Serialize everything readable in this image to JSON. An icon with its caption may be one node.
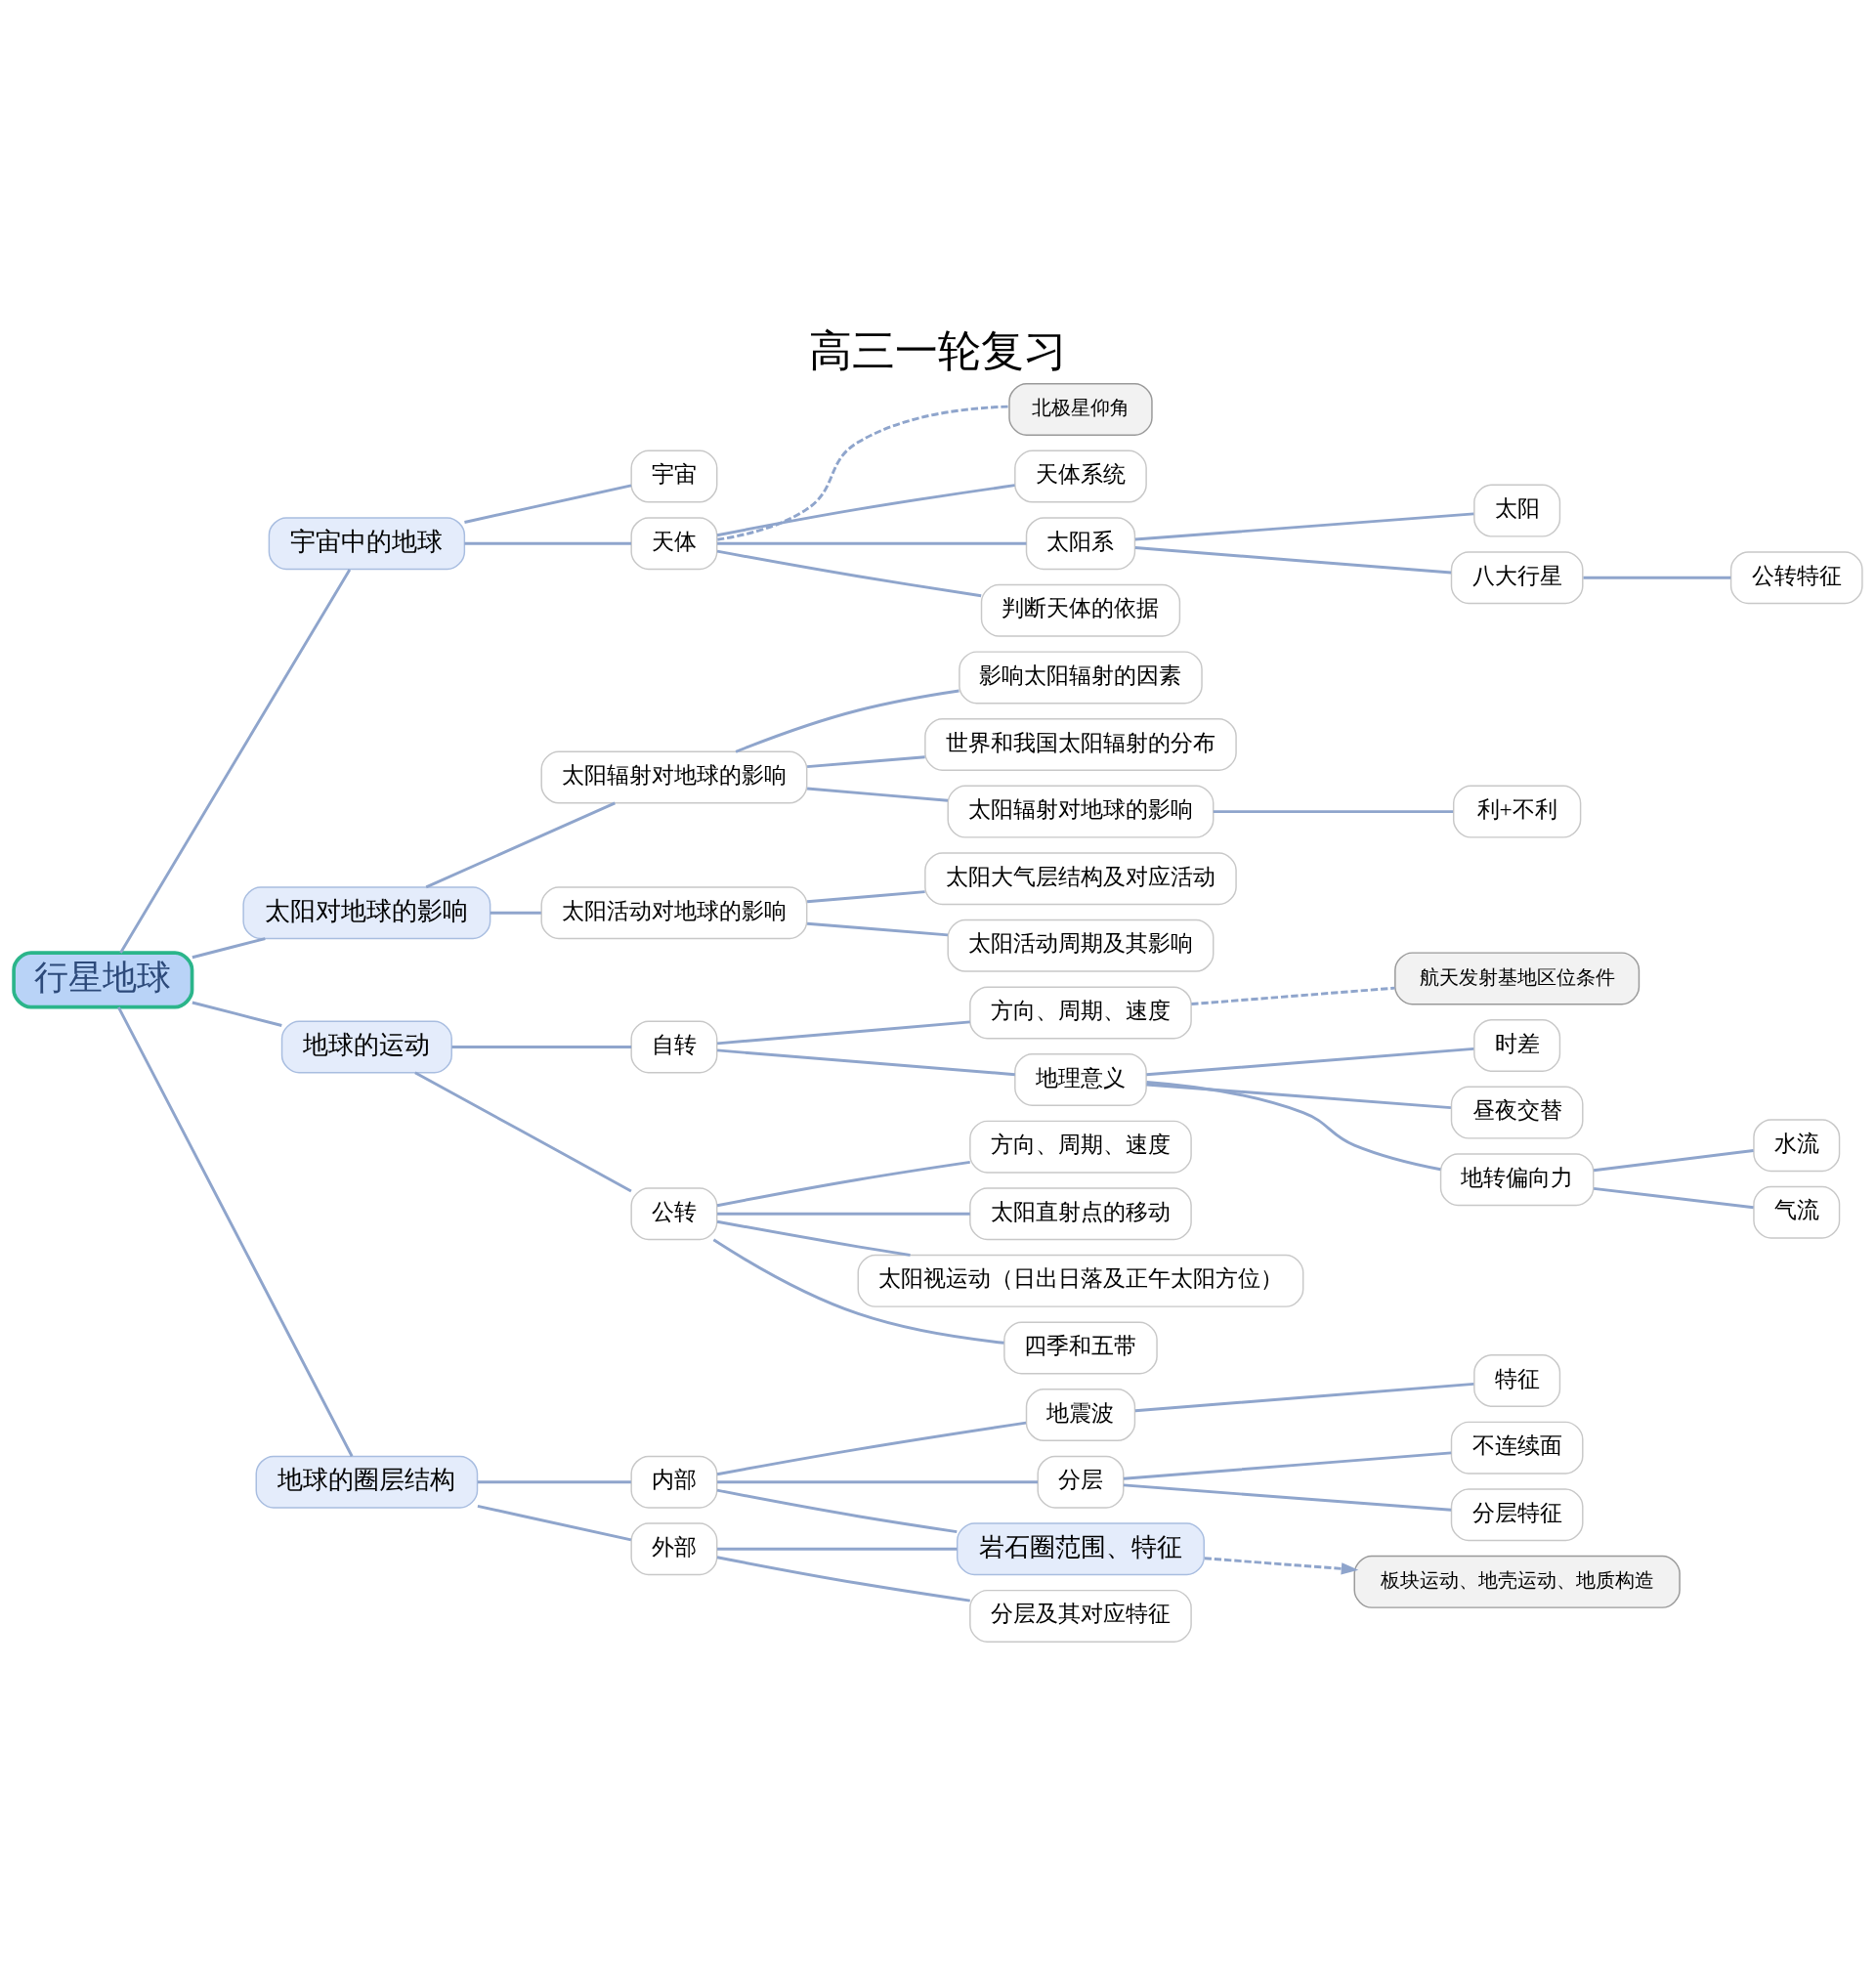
{
  "diagram": {
    "title": "高三一轮复习",
    "nodes": [
      {
        "text": [
          "行星地球"
        ]
      },
      {
        "text": [
          "宇宙中的地球"
        ]
      },
      {
        "text": [
          "宇宙"
        ]
      },
      {
        "text": [
          "天体"
        ]
      },
      {
        "text": [
          "北极星仰角"
        ]
      },
      {
        "text": [
          "天体系统"
        ]
      },
      {
        "text": [
          "太阳系"
        ]
      },
      {
        "text": [
          "太阳"
        ]
      },
      {
        "text": [
          "八大行星"
        ]
      },
      {
        "text": [
          "公转特征"
        ]
      },
      {
        "text": [
          "判断天体的依据"
        ]
      },
      {
        "text": [
          "太阳对地球的影响"
        ]
      },
      {
        "text": [
          "太阳辐射对地球的影响"
        ]
      },
      {
        "text": [
          "影响太阳辐射的因素"
        ]
      },
      {
        "text": [
          "世界和我国太阳辐射的分布"
        ]
      },
      {
        "text": [
          "太阳辐射对地球的影响"
        ]
      },
      {
        "text": [
          "利+不利"
        ]
      },
      {
        "text": [
          "太阳活动对地球的影响"
        ]
      },
      {
        "text": [
          "太阳大气层结构及对应活动"
        ]
      },
      {
        "text": [
          "太阳活动周期及其影响"
        ]
      },
      {
        "text": [
          "地球的运动"
        ]
      },
      {
        "text": [
          "自转"
        ]
      },
      {
        "text": [
          "方向、周期、速度"
        ]
      },
      {
        "text": [
          "航天发射基地区位条件"
        ]
      },
      {
        "text": [
          "地理意义"
        ]
      },
      {
        "text": [
          "时差"
        ]
      },
      {
        "text": [
          "昼夜交替"
        ]
      },
      {
        "text": [
          "地转偏向力"
        ]
      },
      {
        "text": [
          "水流"
        ]
      },
      {
        "text": [
          "气流"
        ]
      },
      {
        "text": [
          "公转"
        ]
      },
      {
        "text": [
          "方向、周期、速度"
        ]
      },
      {
        "text": [
          "太阳直射点的移动"
        ]
      },
      {
        "text": [
          "太阳视运动（日出日落及正午太阳方位）"
        ]
      },
      {
        "text": [
          "四季和五带"
        ]
      },
      {
        "text": [
          "地球的圈层结构"
        ]
      },
      {
        "text": [
          "内部"
        ]
      },
      {
        "text": [
          "地震波"
        ]
      },
      {
        "text": [
          "特征"
        ]
      },
      {
        "text": [
          "分层"
        ]
      },
      {
        "text": [
          "不连续面"
        ]
      },
      {
        "text": [
          "分层特征"
        ]
      },
      {
        "text": [
          "外部"
        ]
      },
      {
        "text": [
          "分层及其对应特征"
        ]
      },
      {
        "text": [
          "岩石圈范围、特征"
        ]
      },
      {
        "text": [
          "板块运动、地壳运动、地质构造"
        ]
      }
    ],
    "edges": [
      {
        "from": 0,
        "to": 1,
        "arrow": "none"
      },
      {
        "from": 1,
        "to": 2,
        "arrow": "none"
      },
      {
        "from": 1,
        "to": 3,
        "arrow": "none"
      },
      {
        "from": 3,
        "to": 4,
        "arrow": "none",
        "style": "dashed"
      },
      {
        "from": 3,
        "to": 5,
        "arrow": "none"
      },
      {
        "from": 3,
        "to": 6,
        "arrow": "none"
      },
      {
        "from": 6,
        "to": 7,
        "arrow": "none"
      },
      {
        "from": 6,
        "to": 8,
        "arrow": "none"
      },
      {
        "from": 8,
        "to": 9,
        "arrow": "none"
      },
      {
        "from": 3,
        "to": 10,
        "arrow": "none"
      },
      {
        "from": 0,
        "to": 11,
        "arrow": "none"
      },
      {
        "from": 11,
        "to": 12,
        "arrow": "none"
      },
      {
        "from": 12,
        "to": 13,
        "arrow": "none"
      },
      {
        "from": 12,
        "to": 14,
        "arrow": "none"
      },
      {
        "from": 12,
        "to": 15,
        "arrow": "none"
      },
      {
        "from": 15,
        "to": 16,
        "arrow": "none"
      },
      {
        "from": 11,
        "to": 17,
        "arrow": "none"
      },
      {
        "from": 17,
        "to": 18,
        "arrow": "none"
      },
      {
        "from": 17,
        "to": 19,
        "arrow": "none"
      },
      {
        "from": 0,
        "to": 20,
        "arrow": "none"
      },
      {
        "from": 20,
        "to": 21,
        "arrow": "none"
      },
      {
        "from": 21,
        "to": 22,
        "arrow": "none"
      },
      {
        "from": 22,
        "to": 23,
        "arrow": "none",
        "style": "dashed"
      },
      {
        "from": 21,
        "to": 24,
        "arrow": "none"
      },
      {
        "from": 24,
        "to": 25,
        "arrow": "none"
      },
      {
        "from": 24,
        "to": 26,
        "arrow": "none"
      },
      {
        "from": 24,
        "to": 27,
        "arrow": "none"
      },
      {
        "from": 27,
        "to": 28,
        "arrow": "none"
      },
      {
        "from": 27,
        "to": 29,
        "arrow": "none"
      },
      {
        "from": 20,
        "to": 30,
        "arrow": "none"
      },
      {
        "from": 30,
        "to": 31,
        "arrow": "none"
      },
      {
        "from": 30,
        "to": 32,
        "arrow": "none"
      },
      {
        "from": 30,
        "to": 33,
        "arrow": "none"
      },
      {
        "from": 30,
        "to": 34,
        "arrow": "none"
      },
      {
        "from": 0,
        "to": 35,
        "arrow": "none"
      },
      {
        "from": 35,
        "to": 36,
        "arrow": "none"
      },
      {
        "from": 36,
        "to": 37,
        "arrow": "none"
      },
      {
        "from": 37,
        "to": 38,
        "arrow": "none"
      },
      {
        "from": 36,
        "to": 39,
        "arrow": "none"
      },
      {
        "from": 39,
        "to": 40,
        "arrow": "none"
      },
      {
        "from": 39,
        "to": 41,
        "arrow": "none"
      },
      {
        "from": 35,
        "to": 42,
        "arrow": "none"
      },
      {
        "from": 42,
        "to": 43,
        "arrow": "none"
      },
      {
        "from": 36,
        "to": 44,
        "arrow": "none"
      },
      {
        "from": 42,
        "to": 44,
        "arrow": "none"
      },
      {
        "from": 44,
        "to": 45,
        "arrow": "to",
        "style": "dashed"
      }
    ]
  }
}
